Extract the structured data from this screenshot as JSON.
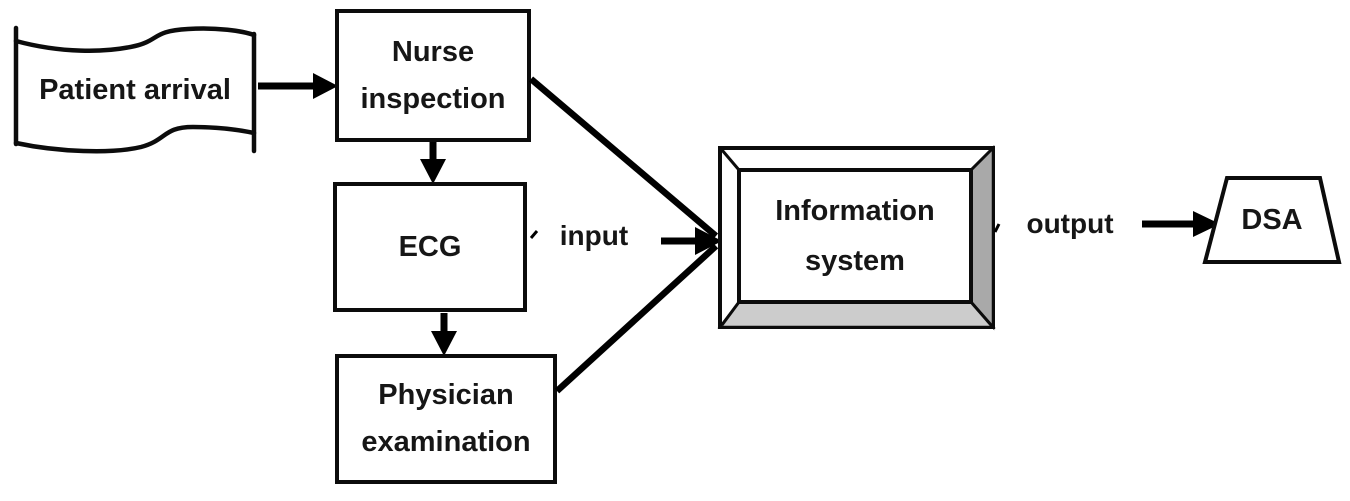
{
  "diagram": {
    "type": "flowchart",
    "nodes": {
      "patient_arrival": {
        "label": "Patient arrival",
        "shape": "wavy-document"
      },
      "nurse_inspection": {
        "line1": "Nurse",
        "line2": "inspection",
        "shape": "rectangle"
      },
      "ecg": {
        "label": "ECG",
        "shape": "rectangle"
      },
      "physician_examination": {
        "line1": "Physician",
        "line2": "examination",
        "shape": "rectangle"
      },
      "information_system": {
        "line1": "Information",
        "line2": "system",
        "shape": "framed-display"
      },
      "dsa": {
        "label": "DSA",
        "shape": "trapezoid"
      }
    },
    "edge_labels": {
      "input": "input",
      "output": "output"
    },
    "colors": {
      "background": "#ffffff",
      "line": "#000000",
      "frame_side_bevel": "#a9a9a9",
      "frame_bottom_bevel": "#cccccc"
    }
  }
}
